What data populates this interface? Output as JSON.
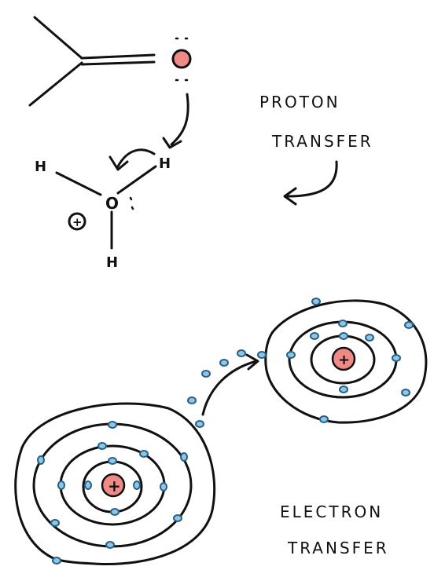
{
  "proton": {
    "label_line1": "PROTON",
    "label_line2": "TRANSFER",
    "hydronium_center_atom": "O",
    "hydrogen_top_left": "H",
    "hydrogen_top_right": "H",
    "hydrogen_bottom": "H",
    "charge_symbol": "+"
  },
  "electron": {
    "label_line1": "ELECTRON",
    "label_line2": "TRANSFER",
    "nucleus_charge_large": "+",
    "nucleus_charge_small": "+"
  },
  "colors": {
    "ink": "#111111",
    "nucleus": "#f08a86",
    "electron": "#8ec6e6",
    "electron_outline": "#2a5f85"
  }
}
